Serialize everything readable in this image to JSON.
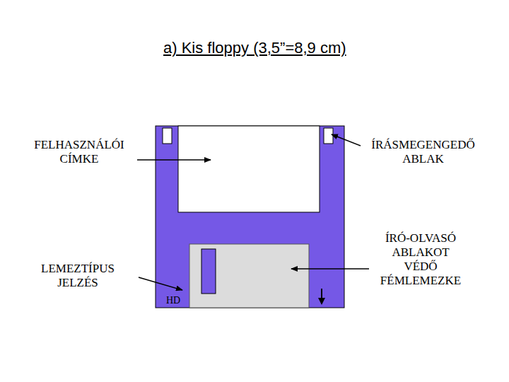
{
  "diagram": {
    "title": "a) Kis floppy (3,5”=8,9 cm)",
    "labels": [
      "FELHASZNÁLÓI CÍMKE",
      "ÍRÁSMEGENGEDŐ ABLAK",
      "LEMEZTÍPUS JELZÉS",
      "ÍRÓ-OLVASÓ ABLAKOT VÉDŐ FÉMLEMEZKE",
      "HD"
    ]
  }
}
